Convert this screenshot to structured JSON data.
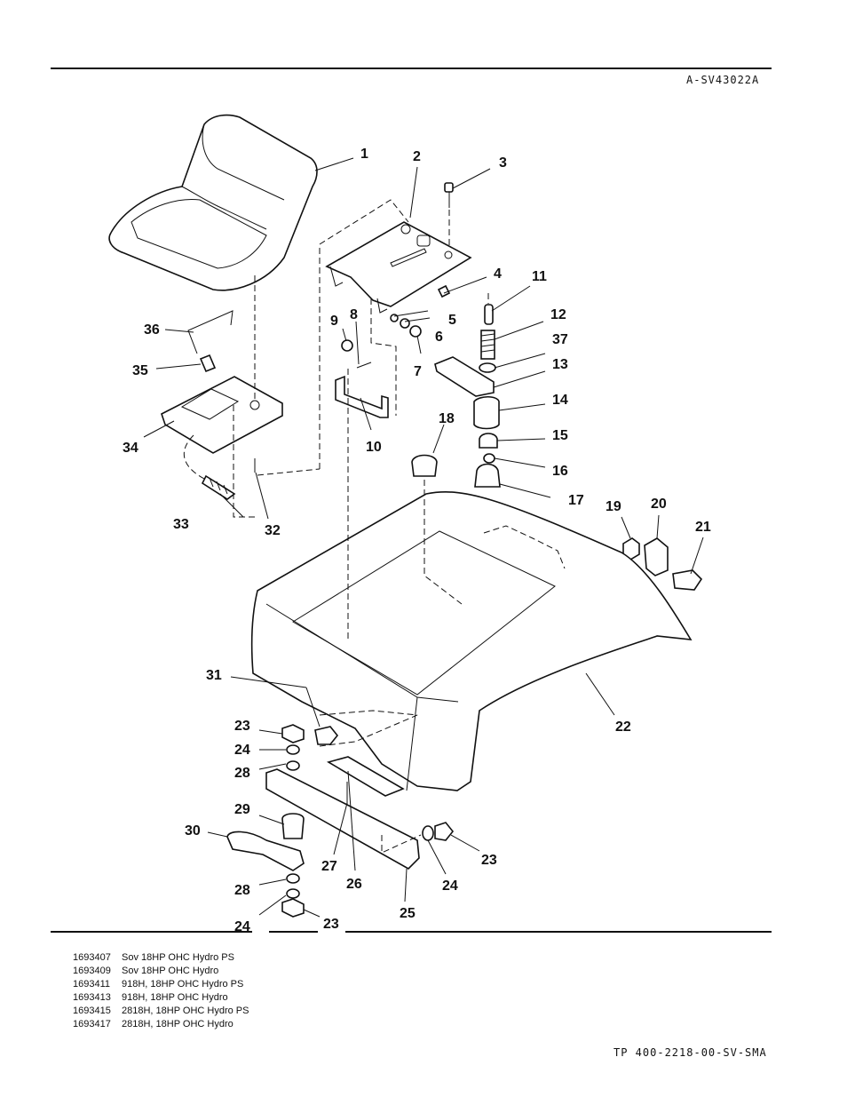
{
  "header": {
    "figure_code": "A-SV43022A"
  },
  "callouts": {
    "c1": "1",
    "c2": "2",
    "c3": "3",
    "c4": "4",
    "c5": "5",
    "c6": "6",
    "c7": "7",
    "c8": "8",
    "c9": "9",
    "c10": "10",
    "c11": "11",
    "c12": "12",
    "c13": "13",
    "c14": "14",
    "c15": "15",
    "c16": "16",
    "c17": "17",
    "c18": "18",
    "c19": "19",
    "c20": "20",
    "c21": "21",
    "c22": "22",
    "c23a": "23",
    "c23b": "23",
    "c23c": "23",
    "c24a": "24",
    "c24b": "24",
    "c24c": "24",
    "c25": "25",
    "c26": "26",
    "c27": "27",
    "c28a": "28",
    "c28b": "28",
    "c29": "29",
    "c30": "30",
    "c31": "31",
    "c32": "32",
    "c33": "33",
    "c34": "34",
    "c35": "35",
    "c36": "36",
    "c37": "37"
  },
  "models": [
    {
      "part_no": "1693407",
      "description": "Sov 18HP OHC Hydro PS"
    },
    {
      "part_no": "1693409",
      "description": "Sov 18HP OHC Hydro"
    },
    {
      "part_no": "1693411",
      "description": "918H, 18HP OHC Hydro PS"
    },
    {
      "part_no": "1693413",
      "description": "918H, 18HP OHC Hydro"
    },
    {
      "part_no": "1693415",
      "description": "2818H, 18HP OHC Hydro PS"
    },
    {
      "part_no": "1693417",
      "description": "2818H, 18HP OHC Hydro"
    }
  ],
  "footer": {
    "doc_code": "TP 400-2218-00-SV-SMA"
  }
}
